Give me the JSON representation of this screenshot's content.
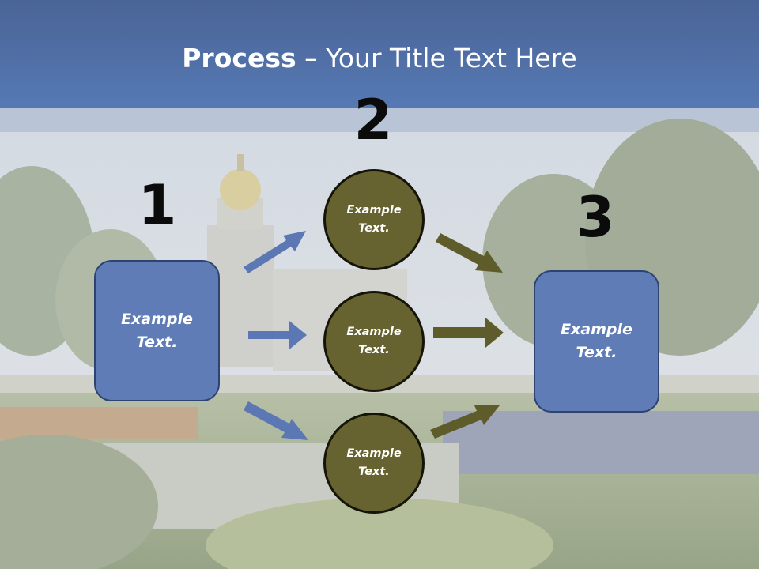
{
  "title": {
    "bold": "Process",
    "rest": " – Your Title Text Here"
  },
  "steps": {
    "one": "1",
    "two": "2",
    "three": "3"
  },
  "left_box": {
    "line1": "Example",
    "line2": "Text."
  },
  "right_box": {
    "line1": "Example",
    "line2": "Text."
  },
  "circles": [
    {
      "line1": "Example",
      "line2": "Text."
    },
    {
      "line1": "Example",
      "line2": "Text."
    },
    {
      "line1": "Example",
      "line2": "Text."
    }
  ],
  "colors": {
    "title_bar": "#5679b4",
    "box_fill": "#5f7cb7",
    "circle_fill": "#676331",
    "blue_arrow": "#5b78b5",
    "olive_arrow": "#5f5c2c"
  }
}
